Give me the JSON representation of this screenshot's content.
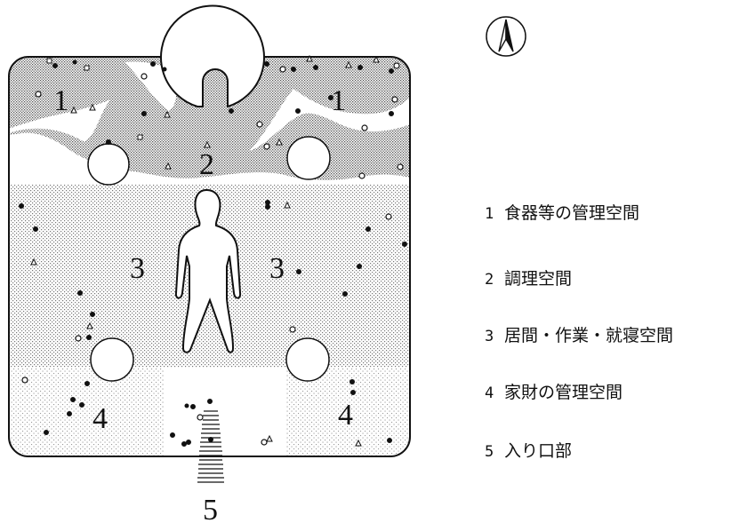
{
  "diagram": {
    "zone_numbers": [
      "1",
      "1",
      "2",
      "3",
      "3",
      "4",
      "4",
      "5"
    ],
    "legend": [
      {
        "num": "1",
        "label": "食器等の管理空間"
      },
      {
        "num": "2",
        "label": "調理空間"
      },
      {
        "num": "3",
        "label": "居間・作業・就寝空間"
      },
      {
        "num": "4",
        "label": "家財の管理空間"
      },
      {
        "num": "5",
        "label": "入り口部"
      }
    ],
    "north_icon": "north-arrow-icon",
    "colors": {
      "stroke": "#111111",
      "dot_fill": "#555555"
    }
  }
}
